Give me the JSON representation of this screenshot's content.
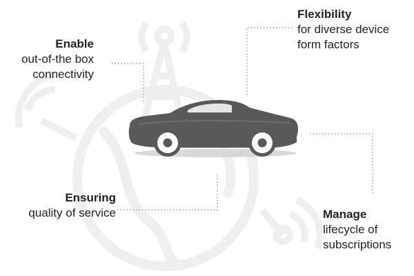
{
  "callouts": {
    "enable": {
      "heading": "Enable",
      "lines": [
        "out-of-the box",
        "connectivity"
      ]
    },
    "flexibility": {
      "heading": "Flexibility",
      "lines": [
        "for diverse device",
        "form factors"
      ]
    },
    "ensuring": {
      "heading": "Ensuring",
      "lines": [
        "quality of service"
      ]
    },
    "manage": {
      "heading": "Manage",
      "lines": [
        "lifecycle of",
        "subscriptions"
      ]
    }
  },
  "icons": {
    "center": "car-icon",
    "background": [
      "globe-icon",
      "antenna-tower-icon",
      "signal-waves-icon"
    ]
  },
  "colors": {
    "car_body": "#5a5a5a",
    "car_window": "#e6e6e6",
    "background_art": "#efefef",
    "connector": "#8a8a8a",
    "text": "#222222"
  }
}
